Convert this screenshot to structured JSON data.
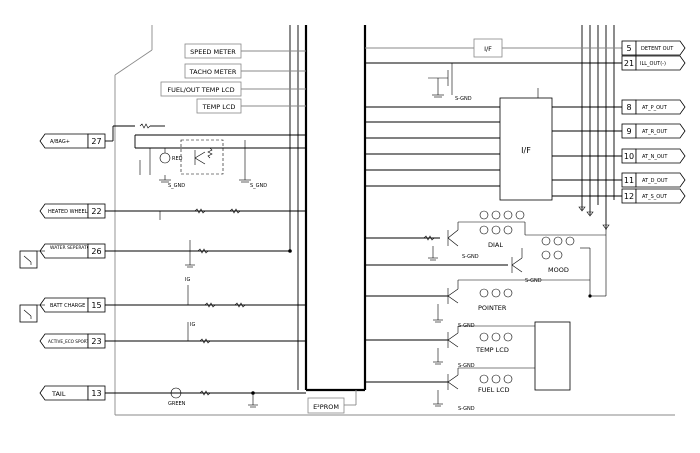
{
  "gauge_labels": [
    "SPEED METER",
    "TACHO METER",
    "FUEL/OUT TEMP LCD",
    "TEMP LCD"
  ],
  "left_connectors": [
    {
      "label": "A/BAG+",
      "pin": "27"
    },
    {
      "label": "HEATED WHEEL",
      "pin": "22"
    },
    {
      "label": "WATER SEPERATOR",
      "pin": "26"
    },
    {
      "label": "BATT CHARGE",
      "pin": "15"
    },
    {
      "label": "ACTIVE_ECO SPORT IN SW",
      "pin": "23"
    },
    {
      "label": "TAIL",
      "pin": "13"
    }
  ],
  "right_connectors": [
    {
      "pin": "5",
      "label": "DETENT OUT"
    },
    {
      "pin": "21",
      "label": "ILL_OUT(-)"
    },
    {
      "pin": "8",
      "label": "AT_P_OUT"
    },
    {
      "pin": "9",
      "label": "AT_R_OUT"
    },
    {
      "pin": "10",
      "label": "AT_N_OUT"
    },
    {
      "pin": "11",
      "label": "AT_D_OUT"
    },
    {
      "pin": "12",
      "label": "AT_S_OUT"
    }
  ],
  "if_label": "I/F",
  "eeprom_label": "E²PROM",
  "ground_label": "S-GND",
  "ground_label_alt": "S_GND",
  "lamp_groups": [
    "DIAL",
    "MOOD",
    "POINTER",
    "TEMP LCD",
    "FUEL LCD"
  ],
  "component_labels": {
    "red_led": "RED",
    "green_led": "GREEN",
    "ig": "IG"
  }
}
